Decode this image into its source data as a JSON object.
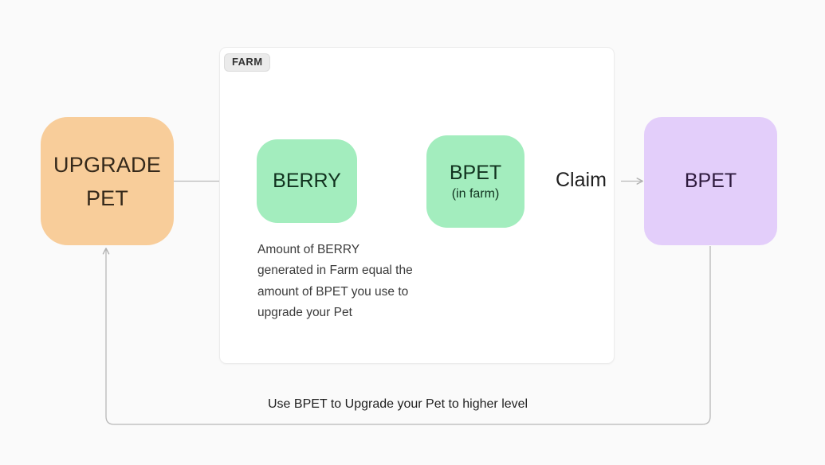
{
  "diagram": {
    "background_color": "#fafafa",
    "nodes": {
      "upgrade_pet": {
        "line1": "UPGRADE",
        "line2": "PET",
        "color": "#f8cd9a"
      },
      "berry": {
        "label": "BERRY",
        "color": "#a3edbe"
      },
      "bpet_farm": {
        "label": "BPET",
        "sublabel": "(in farm)",
        "color": "#a3edbe"
      },
      "bpet_wallet": {
        "label": "BPET",
        "color": "#e3cefa"
      }
    },
    "container": {
      "badge": "FARM",
      "badge_color": "#ebebeb",
      "background_color": "#ffffff"
    },
    "labels": {
      "claim": "Claim",
      "farm_note": "Amount of BERRY generated in Farm equal the amount of BPET you use to upgrade your Pet",
      "loop_caption": "Use BPET to Upgrade your Pet to higher level"
    },
    "edges": {
      "color": "#b8b8b8"
    }
  }
}
